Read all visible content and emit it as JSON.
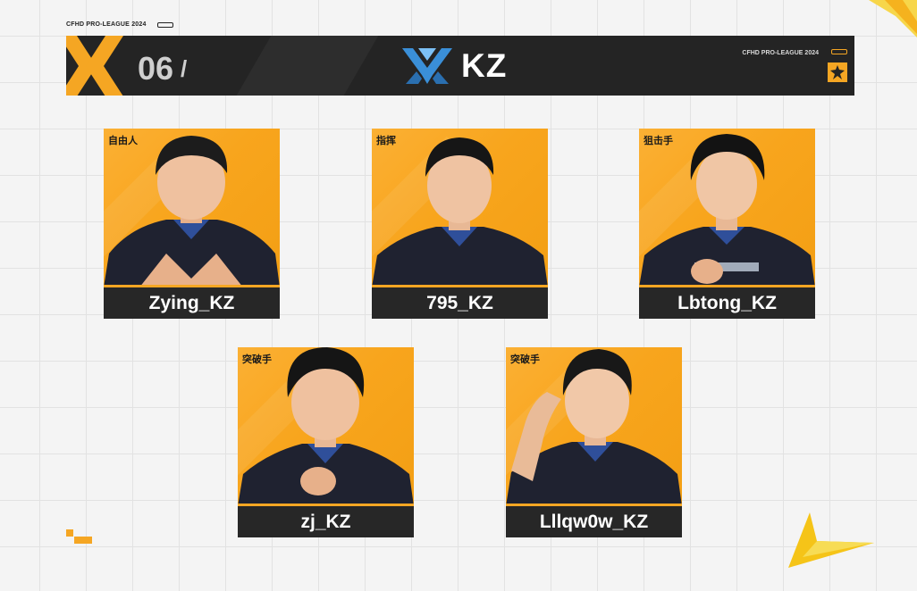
{
  "header": {
    "league_tag": "CFHD PRO-LEAGUE 2024",
    "team_number": "06",
    "team_number_separator": "/",
    "team_name": "KZ",
    "right_league_tag": "CFHD PRO-LEAGUE 2024"
  },
  "players": [
    {
      "name": "Zying_KZ",
      "role": "自由人",
      "pose": "hands-cross"
    },
    {
      "name": "795_KZ",
      "role": "指挥",
      "pose": "neutral"
    },
    {
      "name": "Lbtong_KZ",
      "role": "狙击手",
      "pose": "fist"
    },
    {
      "name": "zj_KZ",
      "role": "突破手",
      "pose": "fist"
    },
    {
      "name": "Lllqw0w_KZ",
      "role": "突破手",
      "pose": "salute"
    }
  ],
  "colors": {
    "accent": "#f5a623",
    "banner": "#242424",
    "nameplate": "#272727",
    "team_logo_blue": "#3a8fd8"
  }
}
